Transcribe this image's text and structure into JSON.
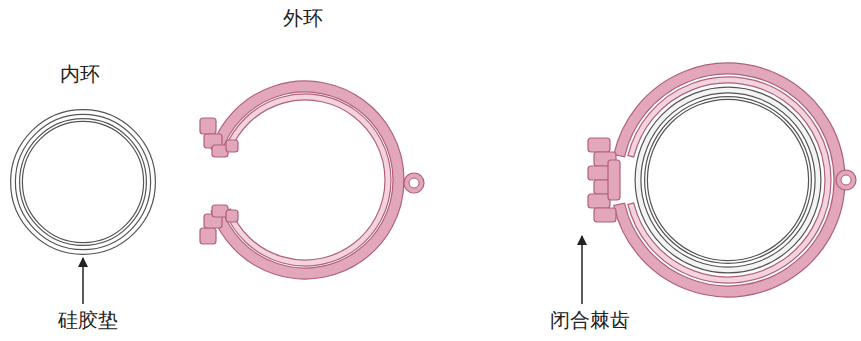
{
  "diagram": {
    "labels": [
      "内环",
      "外环",
      "硅胶垫",
      "闭合棘齿"
    ]
  }
}
